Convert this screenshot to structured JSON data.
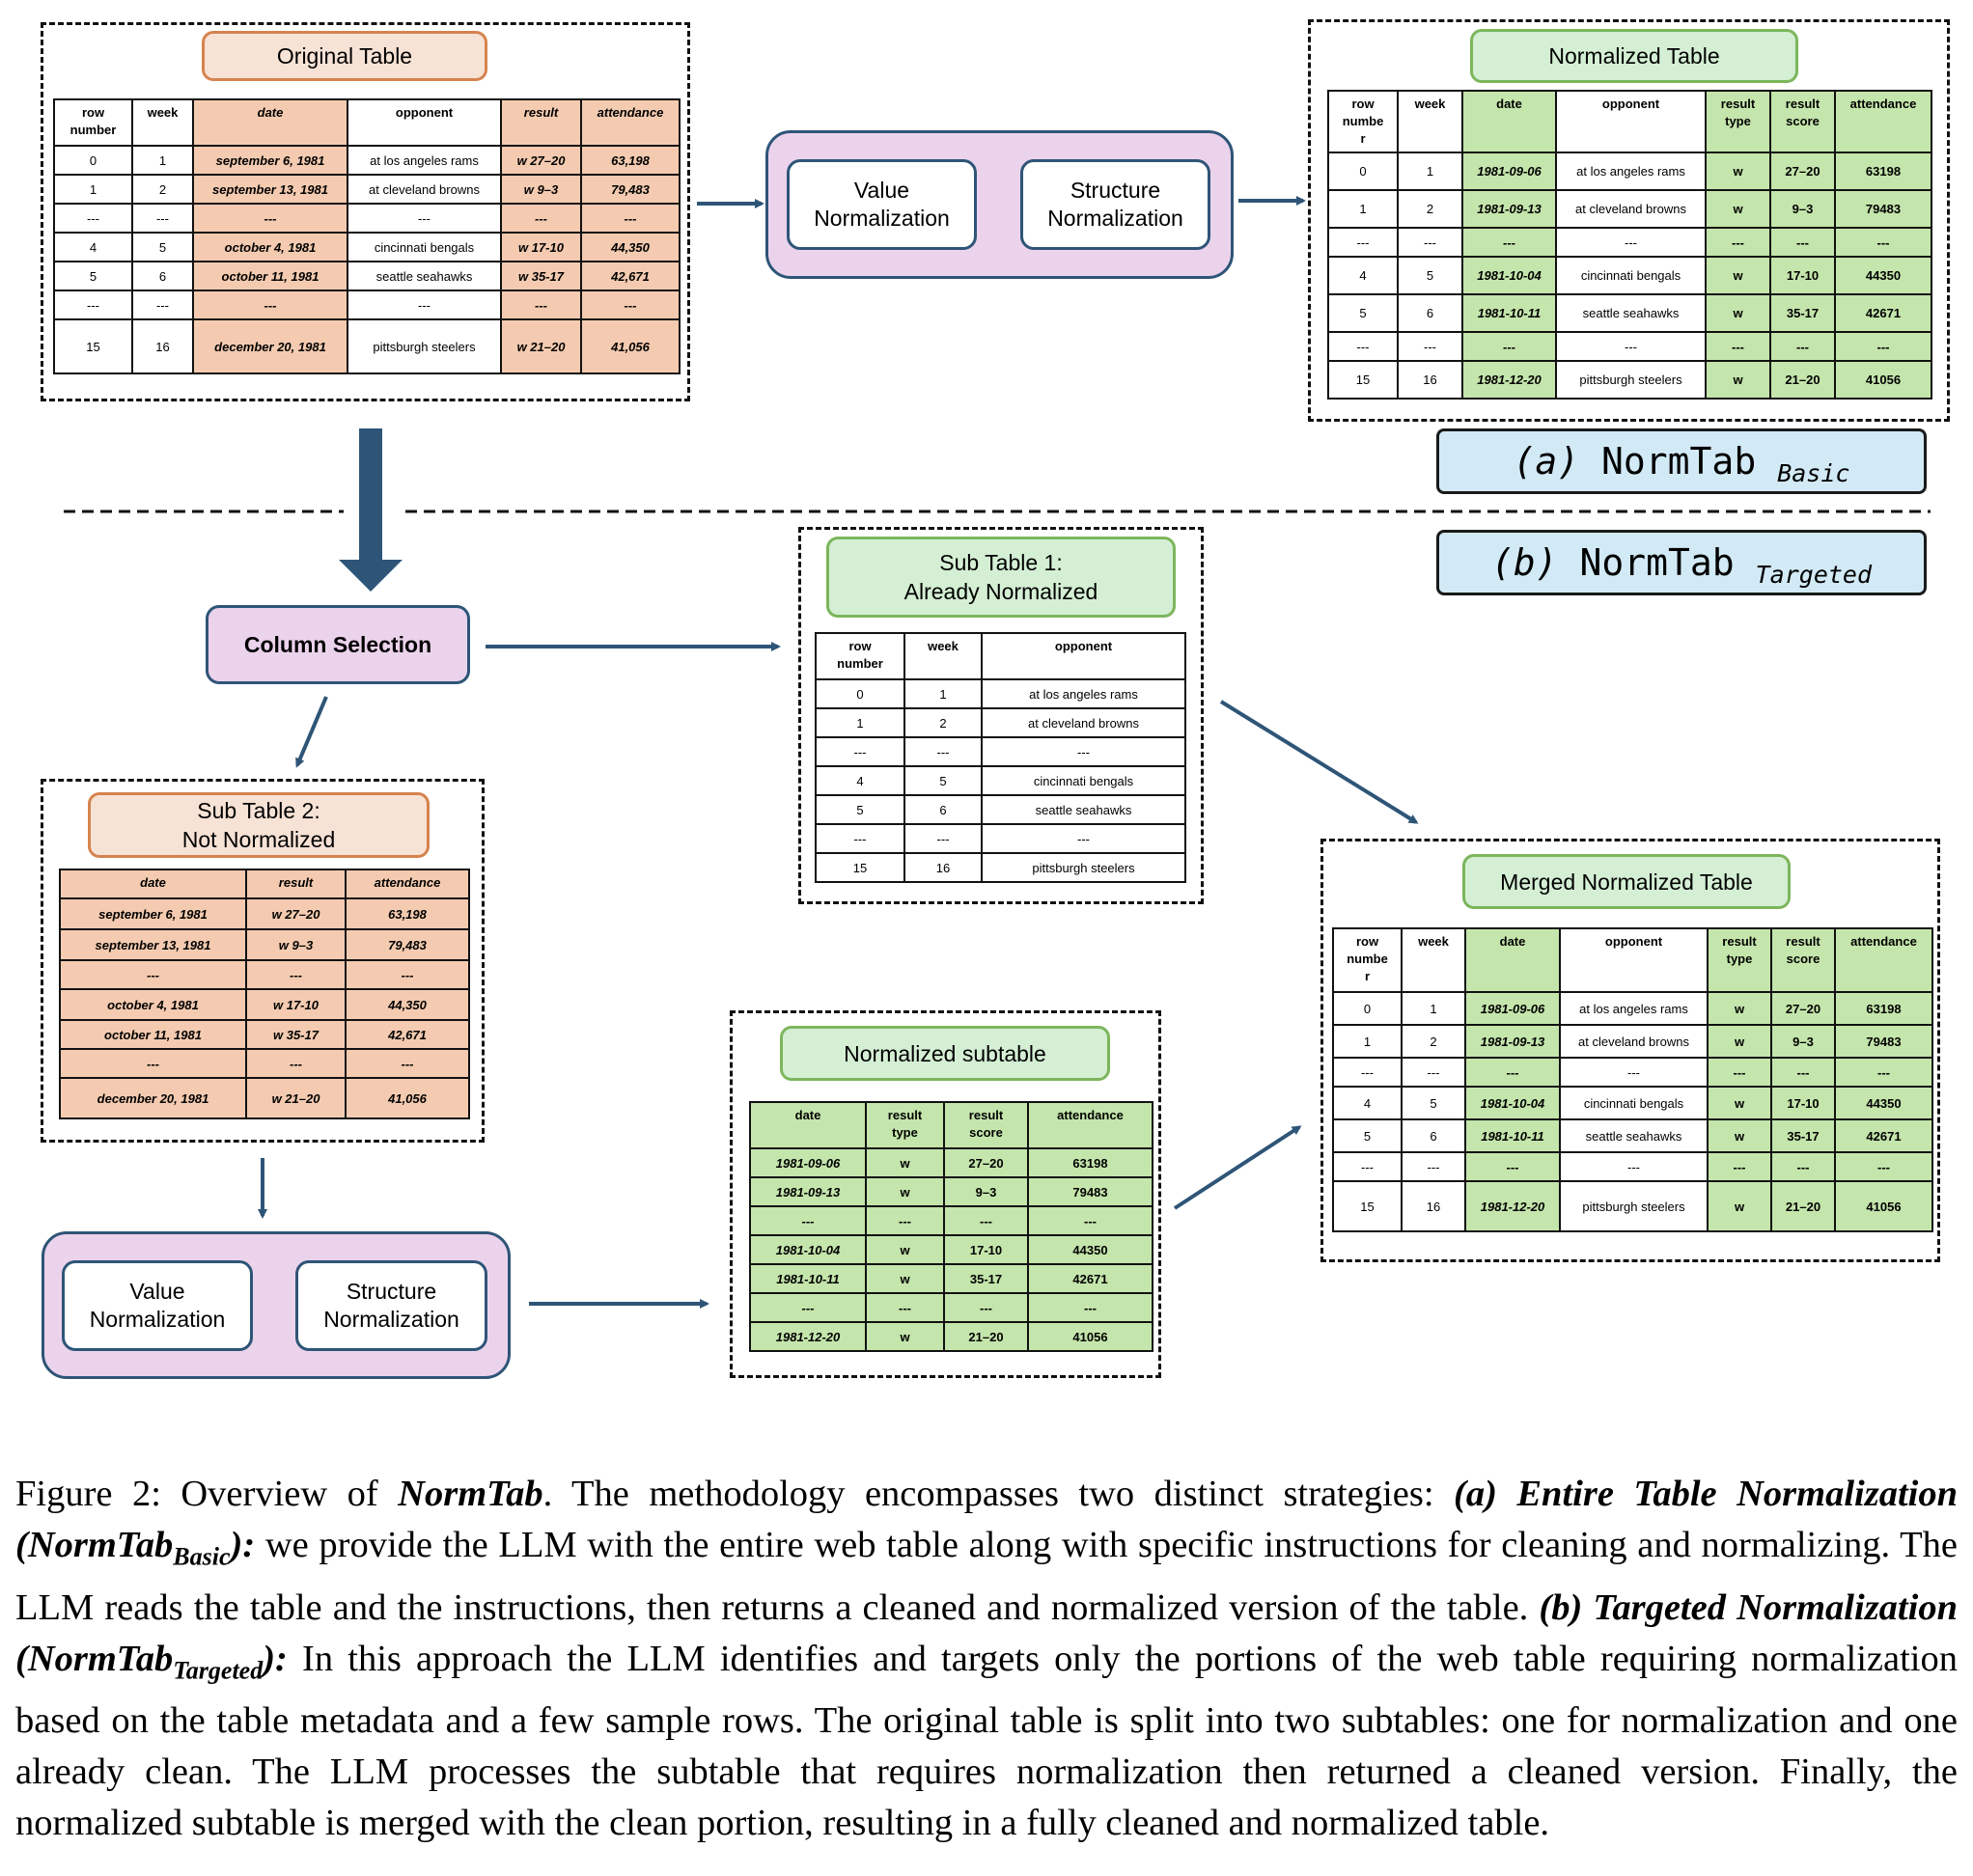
{
  "original_table": {
    "title": "Original Table",
    "headers": [
      "row\nnumber",
      "week",
      "date",
      "opponent",
      "result",
      "attendance"
    ],
    "rows": [
      [
        "0",
        "1",
        "september 6, 1981",
        "at los angeles rams",
        "w 27–20",
        "63,198"
      ],
      [
        "1",
        "2",
        "september 13, 1981",
        "at cleveland browns",
        "w 9–3",
        "79,483"
      ],
      [
        "---",
        "---",
        "---",
        "---",
        "---",
        "---"
      ],
      [
        "4",
        "5",
        "october 4, 1981",
        "cincinnati bengals",
        "w 17-10",
        "44,350"
      ],
      [
        "5",
        "6",
        "october 11, 1981",
        "seattle seahawks",
        "w 35-17",
        "42,671"
      ],
      [
        "---",
        "---",
        "---",
        "---",
        "---",
        "---"
      ],
      [
        "15",
        "16",
        "december 20, 1981",
        "pittsburgh steelers",
        "w 21–20",
        "41,056"
      ]
    ]
  },
  "process_top": {
    "value_label": "Value\nNormalization",
    "structure_label": "Structure\nNormalization"
  },
  "normalized_table": {
    "title": "Normalized Table",
    "headers": [
      "row\nnumbe\nr",
      "week",
      "date",
      "opponent",
      "result\ntype",
      "result\nscore",
      "attendance"
    ],
    "rows": [
      [
        "0",
        "1",
        "1981-09-06",
        "at los angeles rams",
        "w",
        "27–20",
        "63198"
      ],
      [
        "1",
        "2",
        "1981-09-13",
        "at cleveland browns",
        "w",
        "9–3",
        "79483"
      ],
      [
        "---",
        "---",
        "---",
        "---",
        "---",
        "---",
        "---"
      ],
      [
        "4",
        "5",
        "1981-10-04",
        "cincinnati bengals",
        "w",
        "17-10",
        "44350"
      ],
      [
        "5",
        "6",
        "1981-10-11",
        "seattle seahawks",
        "w",
        "35-17",
        "42671"
      ],
      [
        "---",
        "---",
        "---",
        "---",
        "---",
        "---",
        "---"
      ],
      [
        "15",
        "16",
        "1981-12-20",
        "pittsburgh steelers",
        "w",
        "21–20",
        "41056"
      ]
    ]
  },
  "labels": {
    "basic_prefix": "(a)",
    "basic_name": "NormTab",
    "basic_sub": "Basic",
    "targeted_prefix": "(b)",
    "targeted_name": "NormTab",
    "targeted_sub": "Targeted"
  },
  "column_selection": {
    "label": "Column Selection"
  },
  "sub_table_1": {
    "title": "Sub Table 1:\nAlready Normalized",
    "headers": [
      "row\nnumber",
      "week",
      "opponent"
    ],
    "rows": [
      [
        "0",
        "1",
        "at los angeles rams"
      ],
      [
        "1",
        "2",
        "at cleveland browns"
      ],
      [
        "---",
        "---",
        "---"
      ],
      [
        "4",
        "5",
        "cincinnati bengals"
      ],
      [
        "5",
        "6",
        "seattle seahawks"
      ],
      [
        "---",
        "---",
        "---"
      ],
      [
        "15",
        "16",
        "pittsburgh steelers"
      ]
    ]
  },
  "sub_table_2": {
    "title": "Sub Table 2:\nNot Normalized",
    "headers": [
      "date",
      "result",
      "attendance"
    ],
    "rows": [
      [
        "september 6, 1981",
        "w 27–20",
        "63,198"
      ],
      [
        "september 13, 1981",
        "w 9–3",
        "79,483"
      ],
      [
        "---",
        "---",
        "---"
      ],
      [
        "october 4, 1981",
        "w 17-10",
        "44,350"
      ],
      [
        "october 11, 1981",
        "w 35-17",
        "42,671"
      ],
      [
        "---",
        "---",
        "---"
      ],
      [
        "december 20, 1981",
        "w 21–20",
        "41,056"
      ]
    ]
  },
  "process_bottom": {
    "value_label": "Value\nNormalization",
    "structure_label": "Structure\nNormalization"
  },
  "normalized_subtable": {
    "title": "Normalized subtable",
    "headers": [
      "date",
      "result\ntype",
      "result\nscore",
      "attendance"
    ],
    "rows": [
      [
        "1981-09-06",
        "w",
        "27–20",
        "63198"
      ],
      [
        "1981-09-13",
        "w",
        "9–3",
        "79483"
      ],
      [
        "---",
        "---",
        "---",
        "---"
      ],
      [
        "1981-10-04",
        "w",
        "17-10",
        "44350"
      ],
      [
        "1981-10-11",
        "w",
        "35-17",
        "42671"
      ],
      [
        "---",
        "---",
        "---",
        "---"
      ],
      [
        "1981-12-20",
        "w",
        "21–20",
        "41056"
      ]
    ]
  },
  "merged_table": {
    "title": "Merged Normalized Table",
    "headers": [
      "row\nnumbe\nr",
      "week",
      "date",
      "opponent",
      "result\ntype",
      "result\nscore",
      "attendance"
    ],
    "rows": [
      [
        "0",
        "1",
        "1981-09-06",
        "at los angeles rams",
        "w",
        "27–20",
        "63198"
      ],
      [
        "1",
        "2",
        "1981-09-13",
        "at cleveland browns",
        "w",
        "9–3",
        "79483"
      ],
      [
        "---",
        "---",
        "---",
        "---",
        "---",
        "---",
        "---"
      ],
      [
        "4",
        "5",
        "1981-10-04",
        "cincinnati bengals",
        "w",
        "17-10",
        "44350"
      ],
      [
        "5",
        "6",
        "1981-10-11",
        "seattle seahawks",
        "w",
        "35-17",
        "42671"
      ],
      [
        "---",
        "---",
        "---",
        "---",
        "---",
        "---",
        "---"
      ],
      [
        "15",
        "16",
        "1981-12-20",
        "pittsburgh steelers",
        "w",
        "21–20",
        "41056"
      ]
    ]
  },
  "caption": {
    "figure_label": "Figure 2:",
    "t1": " Overview of ",
    "b1": "NormTab",
    "t2": ". The methodology encompasses two distinct strategies: ",
    "b2": "(a) Entire Table Normalization (NormTab",
    "b2sub": "Basic",
    "b2end": "):",
    "t3": " we provide the LLM with the entire web table along with specific instructions for cleaning and normalizing. The LLM reads the table and the instructions, then returns a cleaned and normalized version of the table. ",
    "b3": "(b) Targeted Normalization (NormTab",
    "b3sub": "Targeted",
    "b3end": "):",
    "t4": " In this approach the LLM identifies and targets only the portions of the web table requiring normalization based on the table metadata and a few sample rows. The original table is split into two subtables: one for normalization and one already clean. The LLM processes the subtable that requires normalization then returned a cleaned version. Finally, the normalized subtable is merged with the clean portion, resulting in a fully cleaned and normalized table."
  }
}
